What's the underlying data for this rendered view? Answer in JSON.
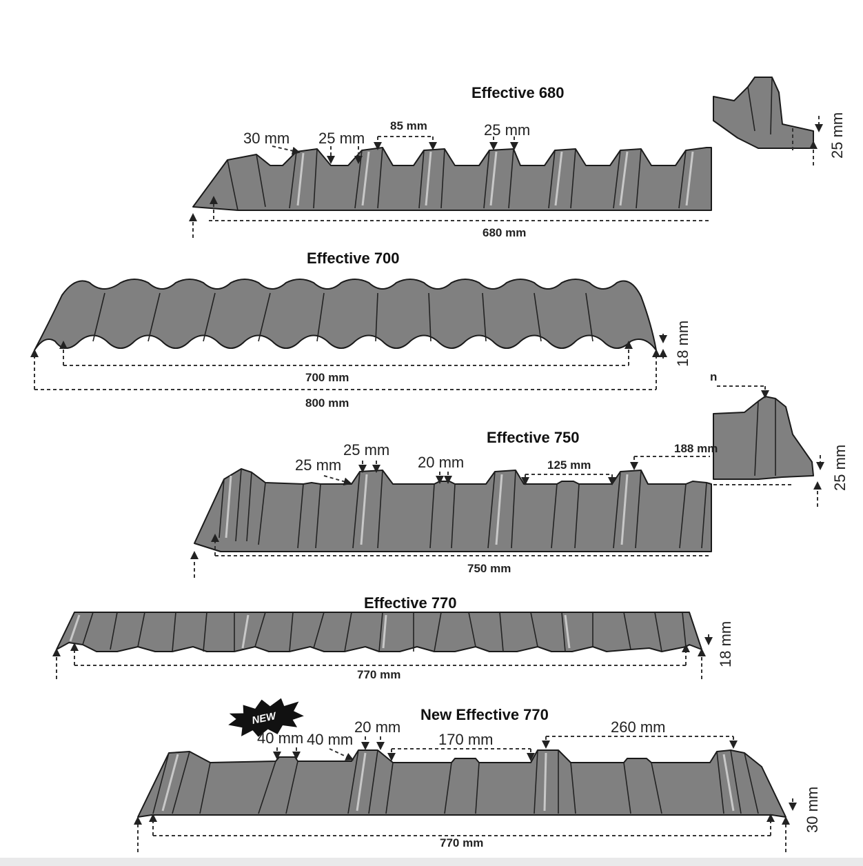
{
  "profiles": [
    {
      "title": "Effective 680",
      "height": "25 mm",
      "dims": [
        "30 mm",
        "25 mm",
        "85 mm",
        "25 mm"
      ],
      "effective": "680 mm"
    },
    {
      "title": "Effective 700",
      "height": "18 mm",
      "effective": "700 mm",
      "overall": "800 mm"
    },
    {
      "title": "Effective 750",
      "height": "25 mm",
      "dims": [
        "25 mm",
        "25 mm",
        "20 mm",
        "125 mm",
        "188 mm"
      ],
      "effective": "750 mm"
    },
    {
      "title": "Effective 770",
      "height": "18 mm",
      "effective": "770 mm"
    },
    {
      "title": "New Effective 770",
      "badge": "NEW",
      "height": "30 mm",
      "dims": [
        "40 mm",
        "40 mm",
        "20 mm",
        "170 mm",
        "260 mm"
      ],
      "effective": "770 mm"
    }
  ],
  "colors": {
    "sheet": "#808080",
    "outline": "#1a1a1a",
    "background": "#ffffff"
  }
}
